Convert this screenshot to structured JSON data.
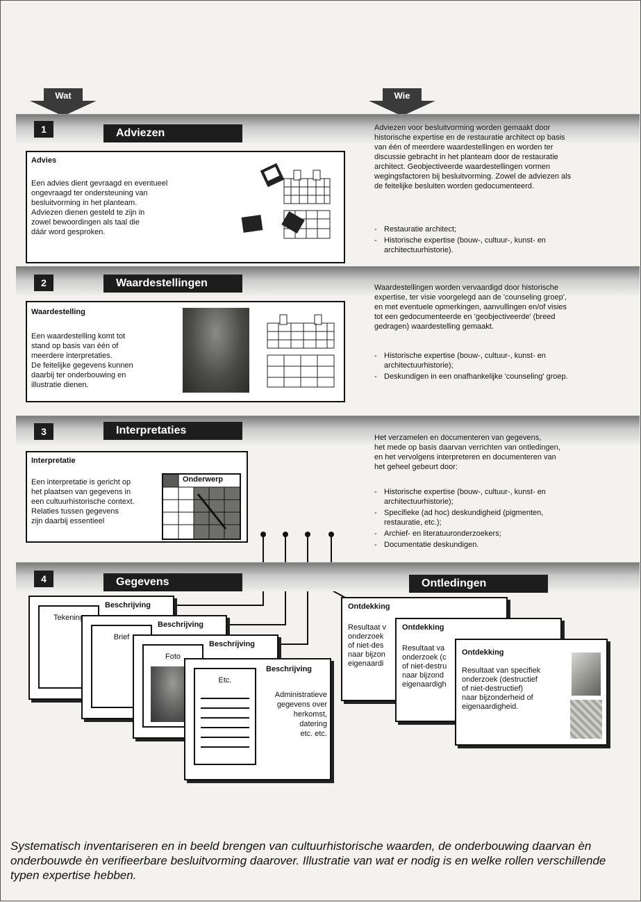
{
  "arrows": {
    "wat": "Wat",
    "wie": "Wie"
  },
  "sections": [
    {
      "num": "1",
      "title": "Adviezen",
      "box_head": "Advies",
      "box_text": "Een advies dient gevraagd en eventueel\nongevraagd ter ondersteuning van\nbesluitvorming in het planteam.\nAdviezen dienen gesteld te zijn in\nzowel bewoordingen als taal die\ndáár word gesproken.",
      "right_text": "Adviezen voor besluitvorming worden gemaakt door\nhistorische expertise en de restauratie architect op basis\nvan één of meerdere waardestellingen en worden ter\ndiscussie gebracht in het planteam door de restauratie\narchitect. Geobjectiveerde waardestellingen vormen\nwegingsfactoren bij besluitvorming. Zowel de adviezen als\nde feitelijke besluiten worden gedocumenteerd.",
      "bullets": [
        "Restauratie architect;",
        "Historische expertise (bouw-, cultuur-, kunst- en\narchitectuurhistorie)."
      ]
    },
    {
      "num": "2",
      "title": "Waardestellingen",
      "box_head": "Waardestelling",
      "box_text": "Een waardestelling komt tot\nstand op basis van één of\nmeerdere interpretaties.\nDe feitelijke gegevens kunnen\ndaarbij ter onderbouwing en\nillustratie dienen.",
      "right_text": "Waardestellingen worden vervaardigd door historische\nexpertise, ter visie voorgelegd aan de 'counseling groep',\nen met eventuele opmerkingen, aanvullingen en/of visies\ntot een gedocumenteerde en 'geobjectiveerde' (breed\ngedragen) waardestelling gemaakt.",
      "bullets": [
        "Historische expertise (bouw-, cultuur-, kunst- en\narchitectuurhistorie);",
        "Deskundigen in een onafhankelijke 'counseling' groep."
      ]
    },
    {
      "num": "3",
      "title": "Interpretaties",
      "box_head": "Interpretatie",
      "box_text": "Een interpretatie is gericht op\nhet plaatsen van gegevens in\neen cultuurhistorische context.\nRelaties tussen gegevens\nzijn daarbij essentieel",
      "grid_label": "Onderwerp",
      "right_text": "Het verzamelen en documenteren van gegevens,\nhet mede op basis daarvan verrichten van ontledingen,\nen het vervolgens interpreteren en documenteren van\nhet geheel gebeurt door:",
      "bullets": [
        "Historische expertise (bouw-, cultuur-, kunst- en\narchitectuurhistorie);",
        "Specifieke (ad hoc) deskundigheid (pigmenten,\nrestauratie, etc.);",
        "Archief- en literatuuronderzoekers;",
        "Documentatie deskundigen."
      ]
    },
    {
      "num": "4",
      "title": "Gegevens",
      "title2": "Ontledingen"
    }
  ],
  "gegevens_cards": [
    {
      "desc": "Beschrijving",
      "inner": "Tekening"
    },
    {
      "desc": "Beschrijving",
      "inner": "Brief"
    },
    {
      "desc": "Beschrijving",
      "inner": "Foto"
    },
    {
      "desc": "Beschrijving",
      "inner": "Etc.",
      "text": "Administratieve\ngegevens over\nherkomst,\ndatering\netc. etc."
    }
  ],
  "ontledingen_cards": [
    {
      "head": "Ontdekking",
      "text": "Resultaat v\nonderzoek\nof niet-des\nnaar bijzon\neigenaardi"
    },
    {
      "head": "Ontdekking",
      "text": "Resultaat va\nonderzoek (c\nof niet-destru\nnaar bijzond\neigenaardigh"
    },
    {
      "head": "Ontdekking",
      "text": "Resultaat van specifiek\nonderzoek (destructief\nof niet-destructief)\nnaar bijzonderheid of\neigenaardigheid."
    }
  ],
  "caption": "Systematisch inventariseren en in beeld brengen van cultuurhistorische waarden, de onderbouwing daarvan èn onderbouwde èn verifieerbare besluitvorming daarover. Illustratie van wat er nodig is en welke rollen verschillende typen expertise hebben."
}
